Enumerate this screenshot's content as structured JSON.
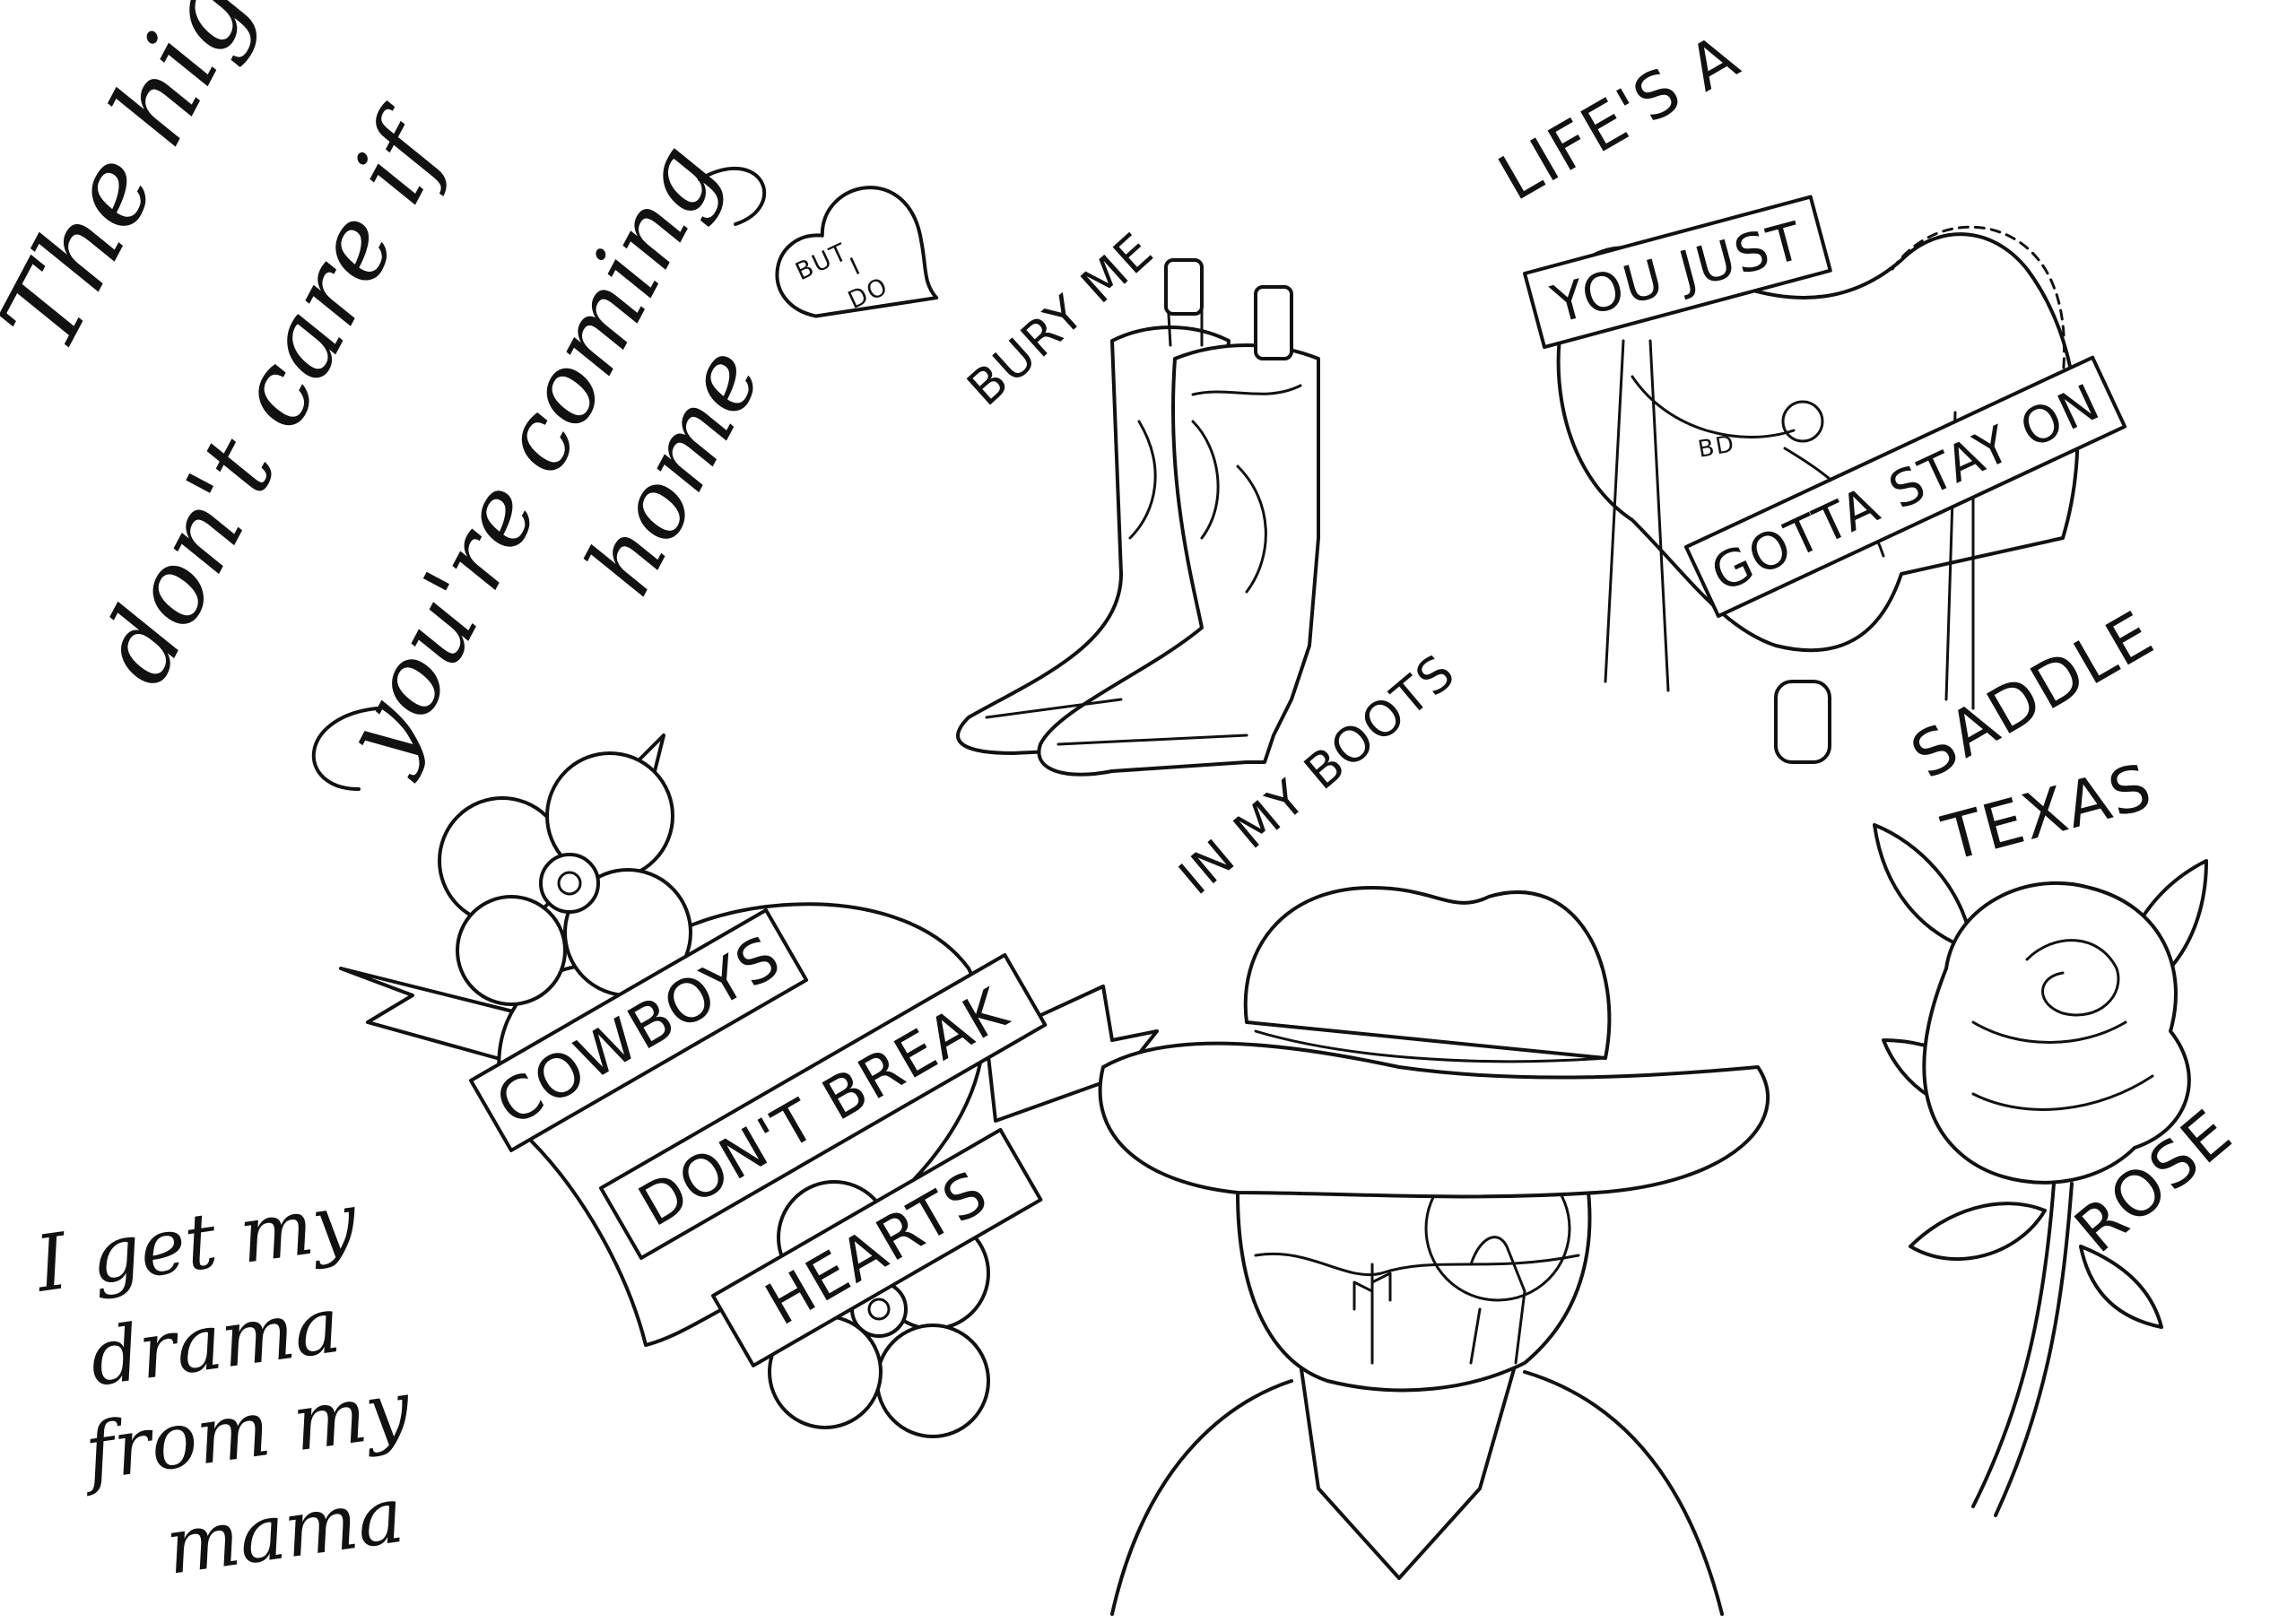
{
  "ink_color": "#111111",
  "paper_color": "#ffffff",
  "script_lyric_highway": {
    "line1": "The highway",
    "line2": "don't care if",
    "line3": "you're coming",
    "line4": "home"
  },
  "heart_badge": {
    "line1": "BUT",
    "line2": "I",
    "line3": "DO"
  },
  "boots_design": {
    "top_text": "BURY ME",
    "bottom_text": "IN MY BOOTS"
  },
  "saddle_design": {
    "top_text": "LIFE'S A",
    "banner1": "YOU JUST",
    "banner2": "GOTTA STAY ON",
    "saddle_mark": "BD",
    "bottom_text": "SADDLE"
  },
  "heart_banner_design": {
    "banner1": "COWBOYS",
    "banner2": "DON'T BREAK",
    "banner3": "HEARTS"
  },
  "rose_design": {
    "top_text": "TEXAS",
    "bottom_text": "ROSE"
  },
  "script_lyric_drama": {
    "line1": "I get my",
    "line2": "drama",
    "line3": "from my",
    "line4": "mama"
  },
  "icons": [
    "cowboy-boots-icon",
    "saddle-icon",
    "heart-icon",
    "flower-icon",
    "rose-icon",
    "cowboy-hat-icon",
    "desert-scene-icon"
  ]
}
